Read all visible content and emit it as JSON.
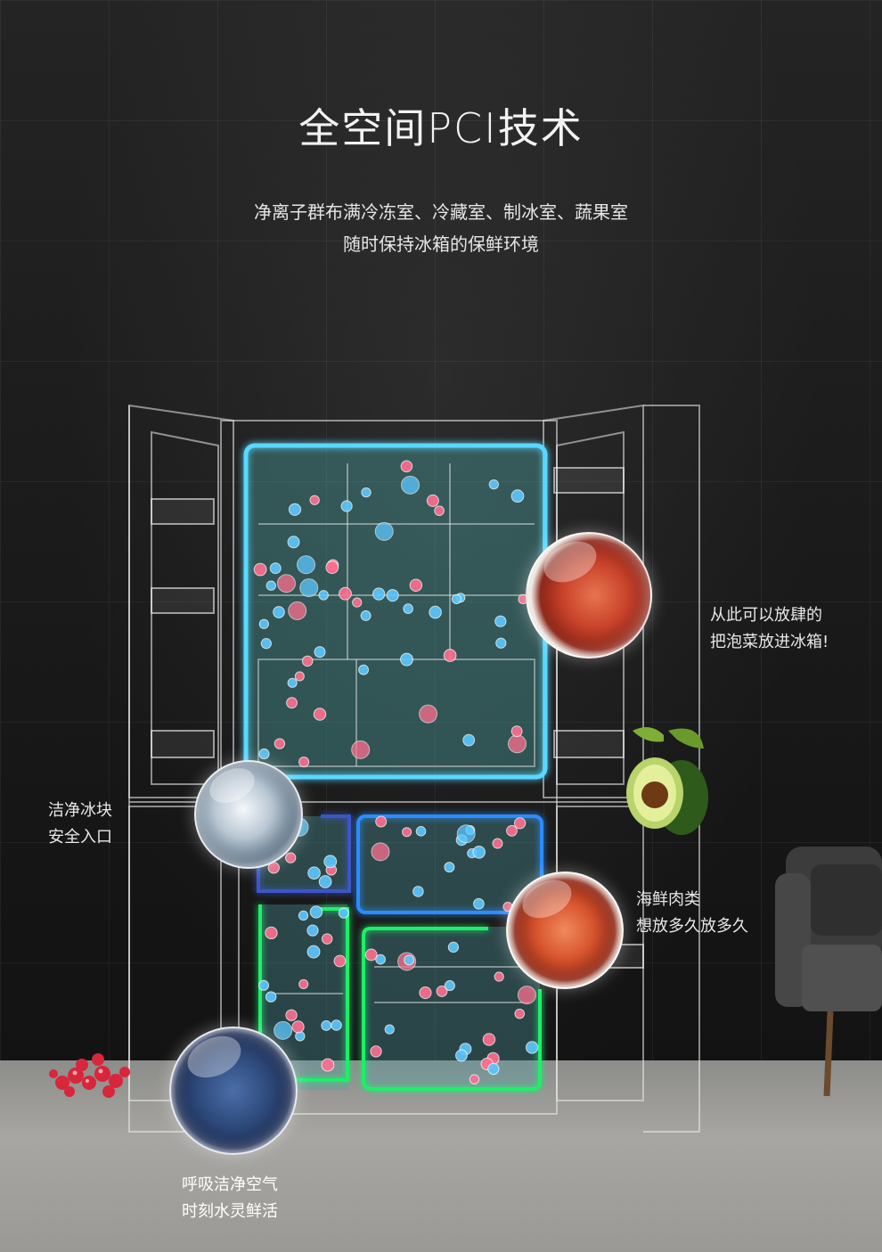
{
  "title": "全空间PCI技术",
  "subtitle": {
    "line1": "净离子群布满冷冻室、冷藏室、制冰室、蔬果室",
    "line2": "随时保持冰箱的保鲜环境"
  },
  "callouts": {
    "kimchi": {
      "line1": "从此可以放肆的",
      "line2": "把泡菜放进冰箱!"
    },
    "ice": {
      "line1": "洁净冰块",
      "line2": "安全入口"
    },
    "seafood": {
      "line1": "海鲜肉类",
      "line2": "想放多久放多久"
    },
    "fruit": {
      "line1": "呼吸洁净空气",
      "line2": "时刻水灵鲜活"
    }
  },
  "icons": [
    "kimchi-ball-icon",
    "ice-ball-icon",
    "shrimp-ball-icon",
    "blueberry-ball-icon",
    "avocado-icon",
    "pomegranate-icon",
    "sofa-icon",
    "fridge-illustration"
  ],
  "colors": {
    "top_zone": "#58d8ff",
    "mid_left_zone": "#3b56c8",
    "mid_right_zone": "#2a8cff",
    "bottom_zone": "#1df06b",
    "ion_positive": "#ff6f8f",
    "ion_negative": "#5cc8ff"
  }
}
